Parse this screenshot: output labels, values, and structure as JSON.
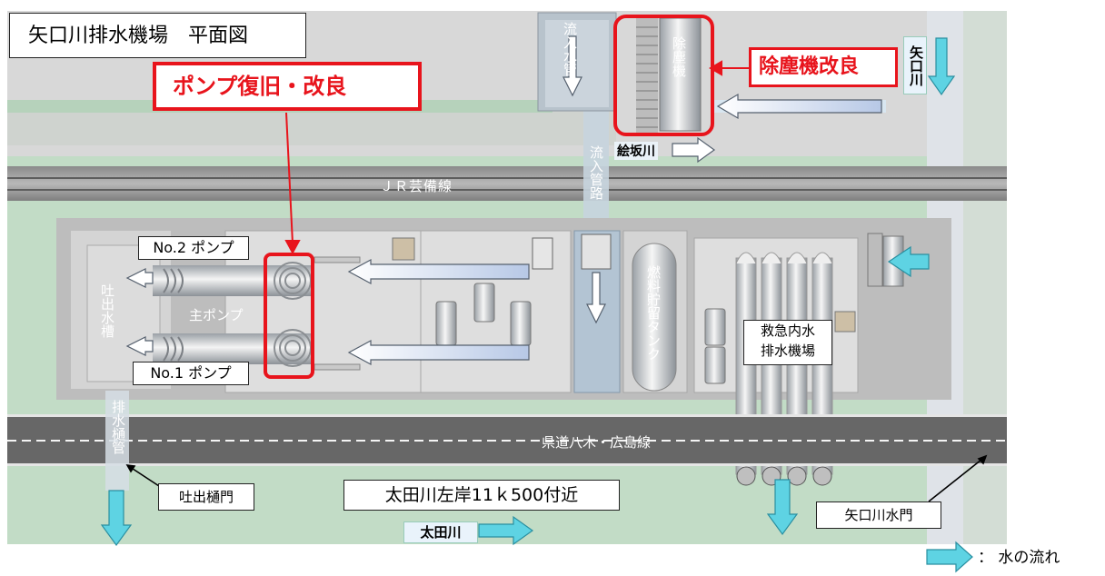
{
  "title": "矢口川排水機場　平面図",
  "callouts": {
    "pump_restore": "ポンプ復旧・改良",
    "dust_remover": "除塵機改良"
  },
  "labels": {
    "inflow_pipe": "流入水管",
    "dust_machine": "除塵機",
    "yaguchi_river": "矢口川",
    "esaka_river": "絵坂川",
    "inflow_channel": "流入管路",
    "jr_line": "ＪＲ芸備線",
    "no2_pump": "No.2 ポンプ",
    "no1_pump": "No.1 ポンプ",
    "discharge_tank": "吐出水槽",
    "main_pump": "主ポンプ",
    "fuel_tank": "燃料貯留タンク",
    "emergency_station": "救急内水\n排水機場",
    "prefectural_road": "県道八木・広島線",
    "drain_pipe": "排水樋管",
    "discharge_gate": "吐出樋門",
    "location": "太田川左岸11ｋ500付近",
    "ota_river": "太田川",
    "yaguchi_gate": "矢口川水門"
  },
  "legend": {
    "text": "：  水の流れ"
  },
  "colors": {
    "callout_red": "#e8141c",
    "flow_cyan": "#5ed3e3",
    "ground_green": "#c2dcc6"
  }
}
